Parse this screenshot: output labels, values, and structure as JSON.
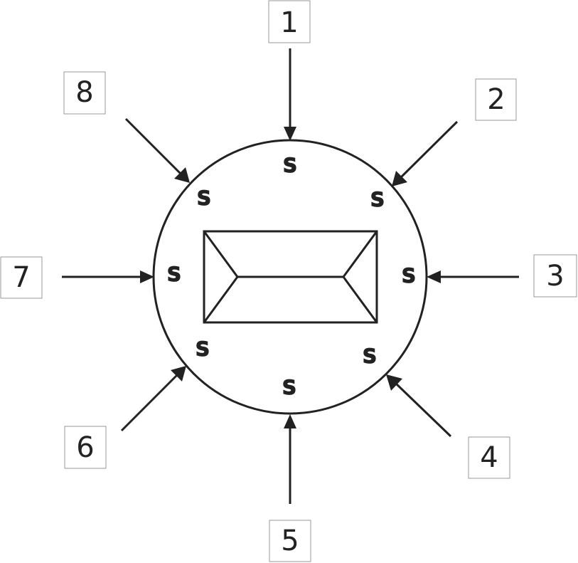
{
  "labels": [
    {
      "id": "1",
      "text": "1"
    },
    {
      "id": "2",
      "text": "2"
    },
    {
      "id": "3",
      "text": "3"
    },
    {
      "id": "4",
      "text": "4"
    },
    {
      "id": "5",
      "text": "5"
    },
    {
      "id": "6",
      "text": "6"
    },
    {
      "id": "7",
      "text": "7"
    },
    {
      "id": "8",
      "text": "8"
    }
  ],
  "ring_markers": [
    "S",
    "S",
    "S",
    "S",
    "S",
    "S",
    "S",
    "S"
  ],
  "icons": {
    "center": "envelope-icon"
  },
  "colors": {
    "stroke": "#222222",
    "box_border": "#9a9a9a",
    "background": "#ffffff"
  }
}
